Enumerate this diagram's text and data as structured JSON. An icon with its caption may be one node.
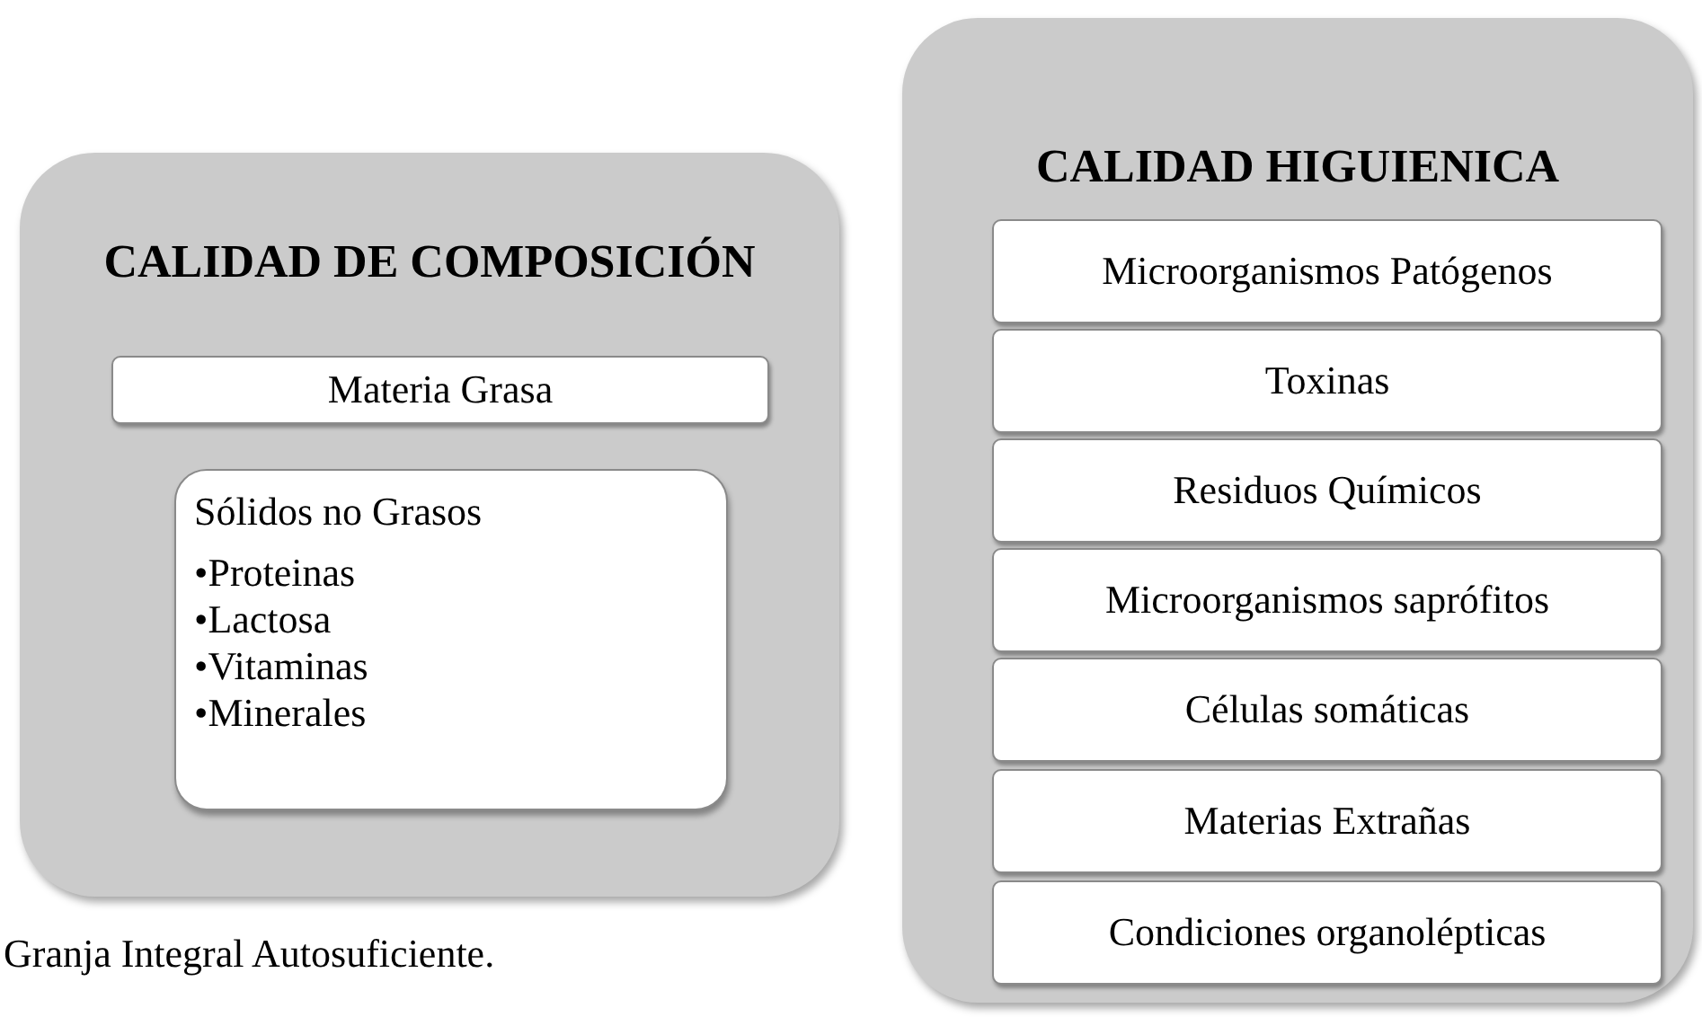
{
  "diagram": {
    "nodes": [
      {
        "text": [
          "CALIDAD DE COMPOSICIÓN"
        ]
      },
      {
        "text": [
          "Materia Grasa"
        ],
        "in": 0
      },
      {
        "text": [
          "Sólidos no Grasos",
          "•Proteinas",
          "•Lactosa",
          "•Vitaminas",
          "•Minerales"
        ],
        "in": 0
      },
      {
        "text": [
          "CALIDAD HIGUIENICA"
        ]
      },
      {
        "text": [
          "Microorganismos Patógenos"
        ],
        "in": 3
      },
      {
        "text": [
          "Toxinas"
        ],
        "in": 3
      },
      {
        "text": [
          "Residuos Químicos"
        ],
        "in": 3
      },
      {
        "text": [
          "Microorganismos saprófitos"
        ],
        "in": 3
      },
      {
        "text": [
          "Células somáticas"
        ],
        "in": 3
      },
      {
        "text": [
          "Materias Extrañas"
        ],
        "in": 3
      },
      {
        "text": [
          "Condiciones organolépticas"
        ],
        "in": 3
      }
    ],
    "labels": [
      "Granja Integral Autosuficiente."
    ]
  }
}
